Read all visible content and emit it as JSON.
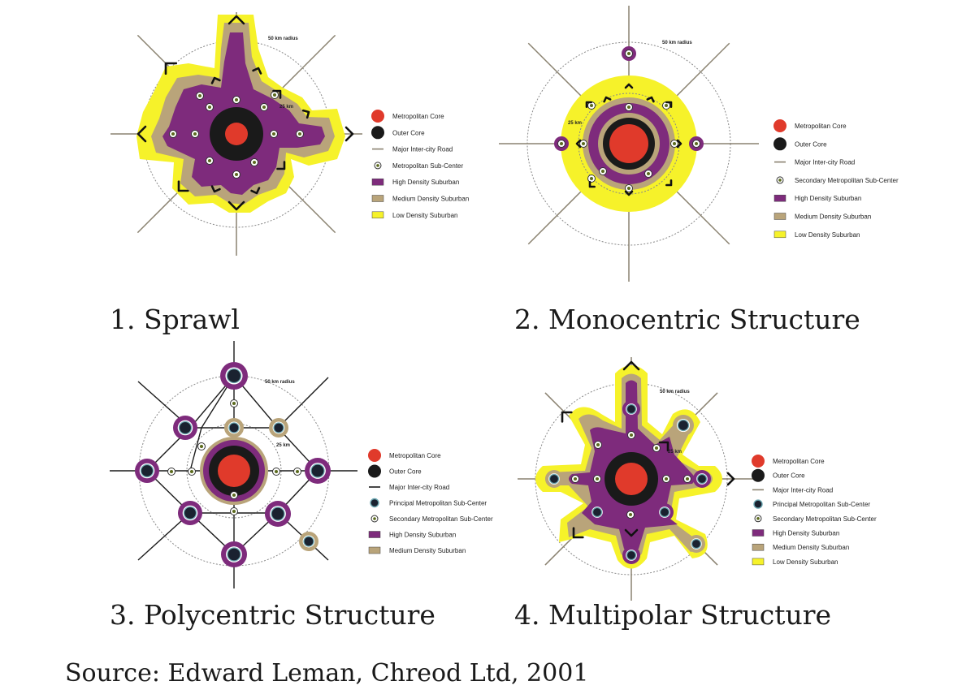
{
  "colors": {
    "core": "#e03a2b",
    "outer_core": "#1a1a1a",
    "road": "#8a8270",
    "road_dark": "#1a1a1a",
    "high": "#7e2b7c",
    "medium": "#b9a47a",
    "low": "#f6f22a",
    "ring": "#888888"
  },
  "radius_labels": {
    "r50": "50 km radius",
    "r25": "25 km"
  },
  "diagrams": [
    {
      "id": "sprawl",
      "caption": "1. Sprawl",
      "legend": [
        {
          "icon": "core",
          "label": "Metropolitan Core"
        },
        {
          "icon": "outer",
          "label": "Outer Core"
        },
        {
          "icon": "road",
          "label": "Major Inter-city Road"
        },
        {
          "icon": "secondary",
          "label": "Metropolitan Sub-Center"
        },
        {
          "icon": "high",
          "label": "High Density Suburban"
        },
        {
          "icon": "medium",
          "label": "Medium Density Suburban"
        },
        {
          "icon": "low",
          "label": "Low Density Suburban"
        }
      ]
    },
    {
      "id": "monocentric",
      "caption": "2. Monocentric Structure",
      "legend": [
        {
          "icon": "core",
          "label": "Metropolitan Core"
        },
        {
          "icon": "outer",
          "label": "Outer Core"
        },
        {
          "icon": "road",
          "label": "Major Inter-city Road"
        },
        {
          "icon": "secondary",
          "label": "Secondary Metropolitan Sub-Center"
        },
        {
          "icon": "high",
          "label": "High Density Suburban"
        },
        {
          "icon": "medium",
          "label": "Medium Density Suburban"
        },
        {
          "icon": "low",
          "label": "Low Density Suburban"
        }
      ]
    },
    {
      "id": "polycentric",
      "caption": "3. Polycentric Structure",
      "legend": [
        {
          "icon": "core",
          "label": "Metropolitan Core"
        },
        {
          "icon": "outer",
          "label": "Outer Core"
        },
        {
          "icon": "road_dark",
          "label": "Major Inter-city Road"
        },
        {
          "icon": "principal",
          "label": "Principal Metropolitan Sub-Center"
        },
        {
          "icon": "secondary",
          "label": "Secondary Metropolitan Sub-Center"
        },
        {
          "icon": "high",
          "label": "High Density Suburban"
        },
        {
          "icon": "medium",
          "label": "Medium Density Suburban"
        }
      ]
    },
    {
      "id": "multipolar",
      "caption": "4. Multipolar Structure",
      "legend": [
        {
          "icon": "core",
          "label": "Metropolitan Core"
        },
        {
          "icon": "outer",
          "label": "Outer Core"
        },
        {
          "icon": "road",
          "label": "Major Inter-city Road"
        },
        {
          "icon": "principal",
          "label": "Principal Metropolitan Sub-Center"
        },
        {
          "icon": "secondary",
          "label": "Secondary Metropolitan Sub-Center"
        },
        {
          "icon": "high",
          "label": "High Density Suburban"
        },
        {
          "icon": "medium",
          "label": "Medium Density Suburban"
        },
        {
          "icon": "low",
          "label": "Low Density Suburban"
        }
      ]
    }
  ],
  "source": "Source: Edward Leman, Chreod Ltd, 2001"
}
